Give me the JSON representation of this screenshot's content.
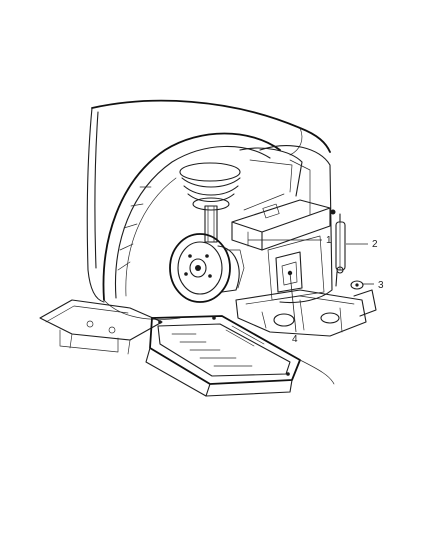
{
  "diagram": {
    "callouts": [
      {
        "id": "1",
        "label": "1"
      },
      {
        "id": "2",
        "label": "2"
      },
      {
        "id": "3",
        "label": "3"
      },
      {
        "id": "4",
        "label": "4"
      }
    ],
    "colors": {
      "ink": "#1e1e1e",
      "background": "#ffffff"
    }
  }
}
